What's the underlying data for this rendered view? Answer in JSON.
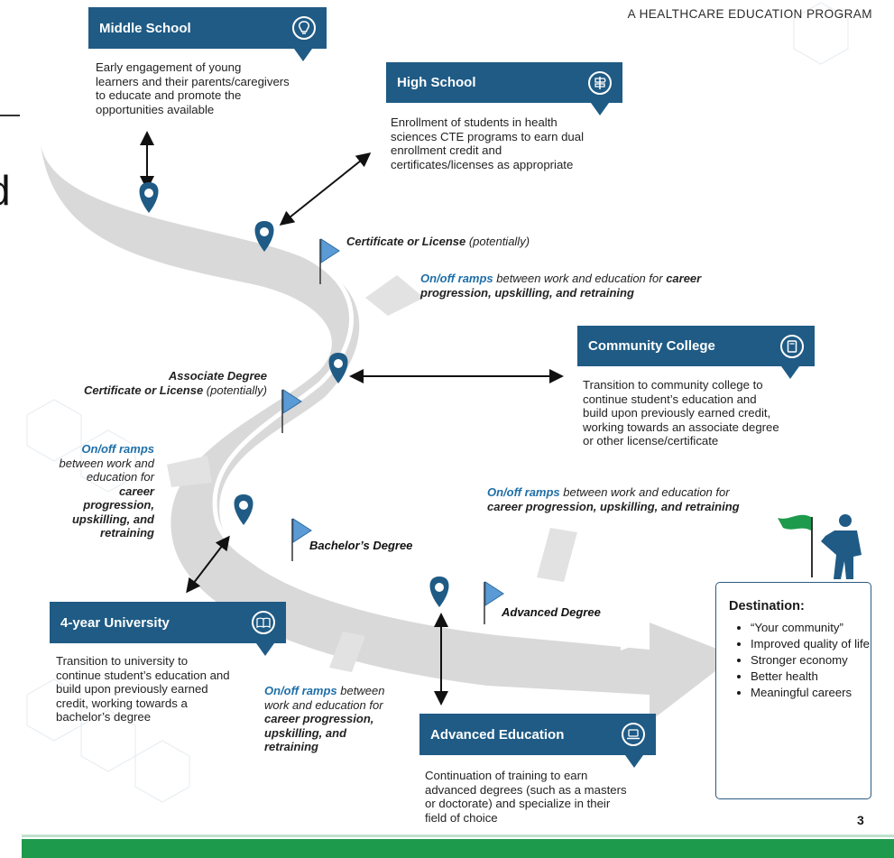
{
  "header": {
    "program": "A HEALTHCARE EDUCATION PROGRAM"
  },
  "edge_fragment": "d",
  "stages": {
    "middle_school": {
      "title": "Middle School",
      "icon": "lightbulb-icon",
      "desc": [
        "Early engagement of young",
        "learners and their parents/caregivers",
        "to educate and promote the",
        "opportunities available"
      ]
    },
    "high_school": {
      "title": "High School",
      "icon": "signpost-icon",
      "desc": [
        "Enrollment of students in health",
        "sciences CTE programs to earn dual",
        "enrollment credit and",
        "certificates/licenses as appropriate"
      ]
    },
    "community_college": {
      "title": "Community College",
      "icon": "book-icon",
      "desc": [
        "Transition to community college to",
        "continue student’s education and",
        "build upon previously earned credit,",
        "working towards an associate degree",
        "or other license/certificate"
      ]
    },
    "university": {
      "title": "4-year University",
      "icon": "open-book-icon",
      "desc": [
        "Transition to university to",
        "continue student’s education and",
        "build upon previously earned",
        "credit, working towards a",
        "bachelor’s degree"
      ]
    },
    "advanced": {
      "title": "Advanced Education",
      "icon": "laptop-icon",
      "desc": [
        "Continuation of training to earn",
        "advanced degrees (such as a masters",
        "or doctorate) and specialize in their",
        "field of choice"
      ]
    }
  },
  "milestones": {
    "certificate_1": {
      "bold": "Certificate or License",
      "rest": " (potentially)"
    },
    "associate": {
      "line1": "Associate Degree",
      "line2_bold": "Certificate or License",
      "line2_rest": " (potentially)"
    },
    "bachelors": "Bachelor’s Degree",
    "advanced_degree": "Advanced Degree"
  },
  "ramps": {
    "ramp_1": {
      "link": "On/off ramps",
      "rest": " between work and education for ",
      "bold1": "career",
      "bold2": "progression, upskilling, and retraining"
    },
    "ramp_2": {
      "link": "On/off ramps",
      "l2": "between work and",
      "l3": "education for",
      "b1": "career",
      "b2": "progression,",
      "b3": "upskilling, and",
      "b4": "retraining"
    },
    "ramp_3": {
      "link": "On/off ramps",
      "rest": " between work and education for",
      "bold": "career progression, upskilling, and retraining"
    },
    "ramp_4": {
      "link": "On/off ramps",
      "rest": " between",
      "l2": "work and education for",
      "b1": "career progression,",
      "b2": "upskilling, and",
      "b3": "retraining"
    }
  },
  "destination": {
    "title": "Destination:",
    "items": [
      "“Your community”",
      "Improved quality of life",
      "Stronger economy",
      "Better health",
      "Meaningful careers"
    ]
  },
  "page_number": "3",
  "colors": {
    "navy": "#1f5b85",
    "flag": "#5b9bd5",
    "pin": "#1f5b85",
    "green": "#1d9a4c",
    "road": "#d8d8d8"
  }
}
